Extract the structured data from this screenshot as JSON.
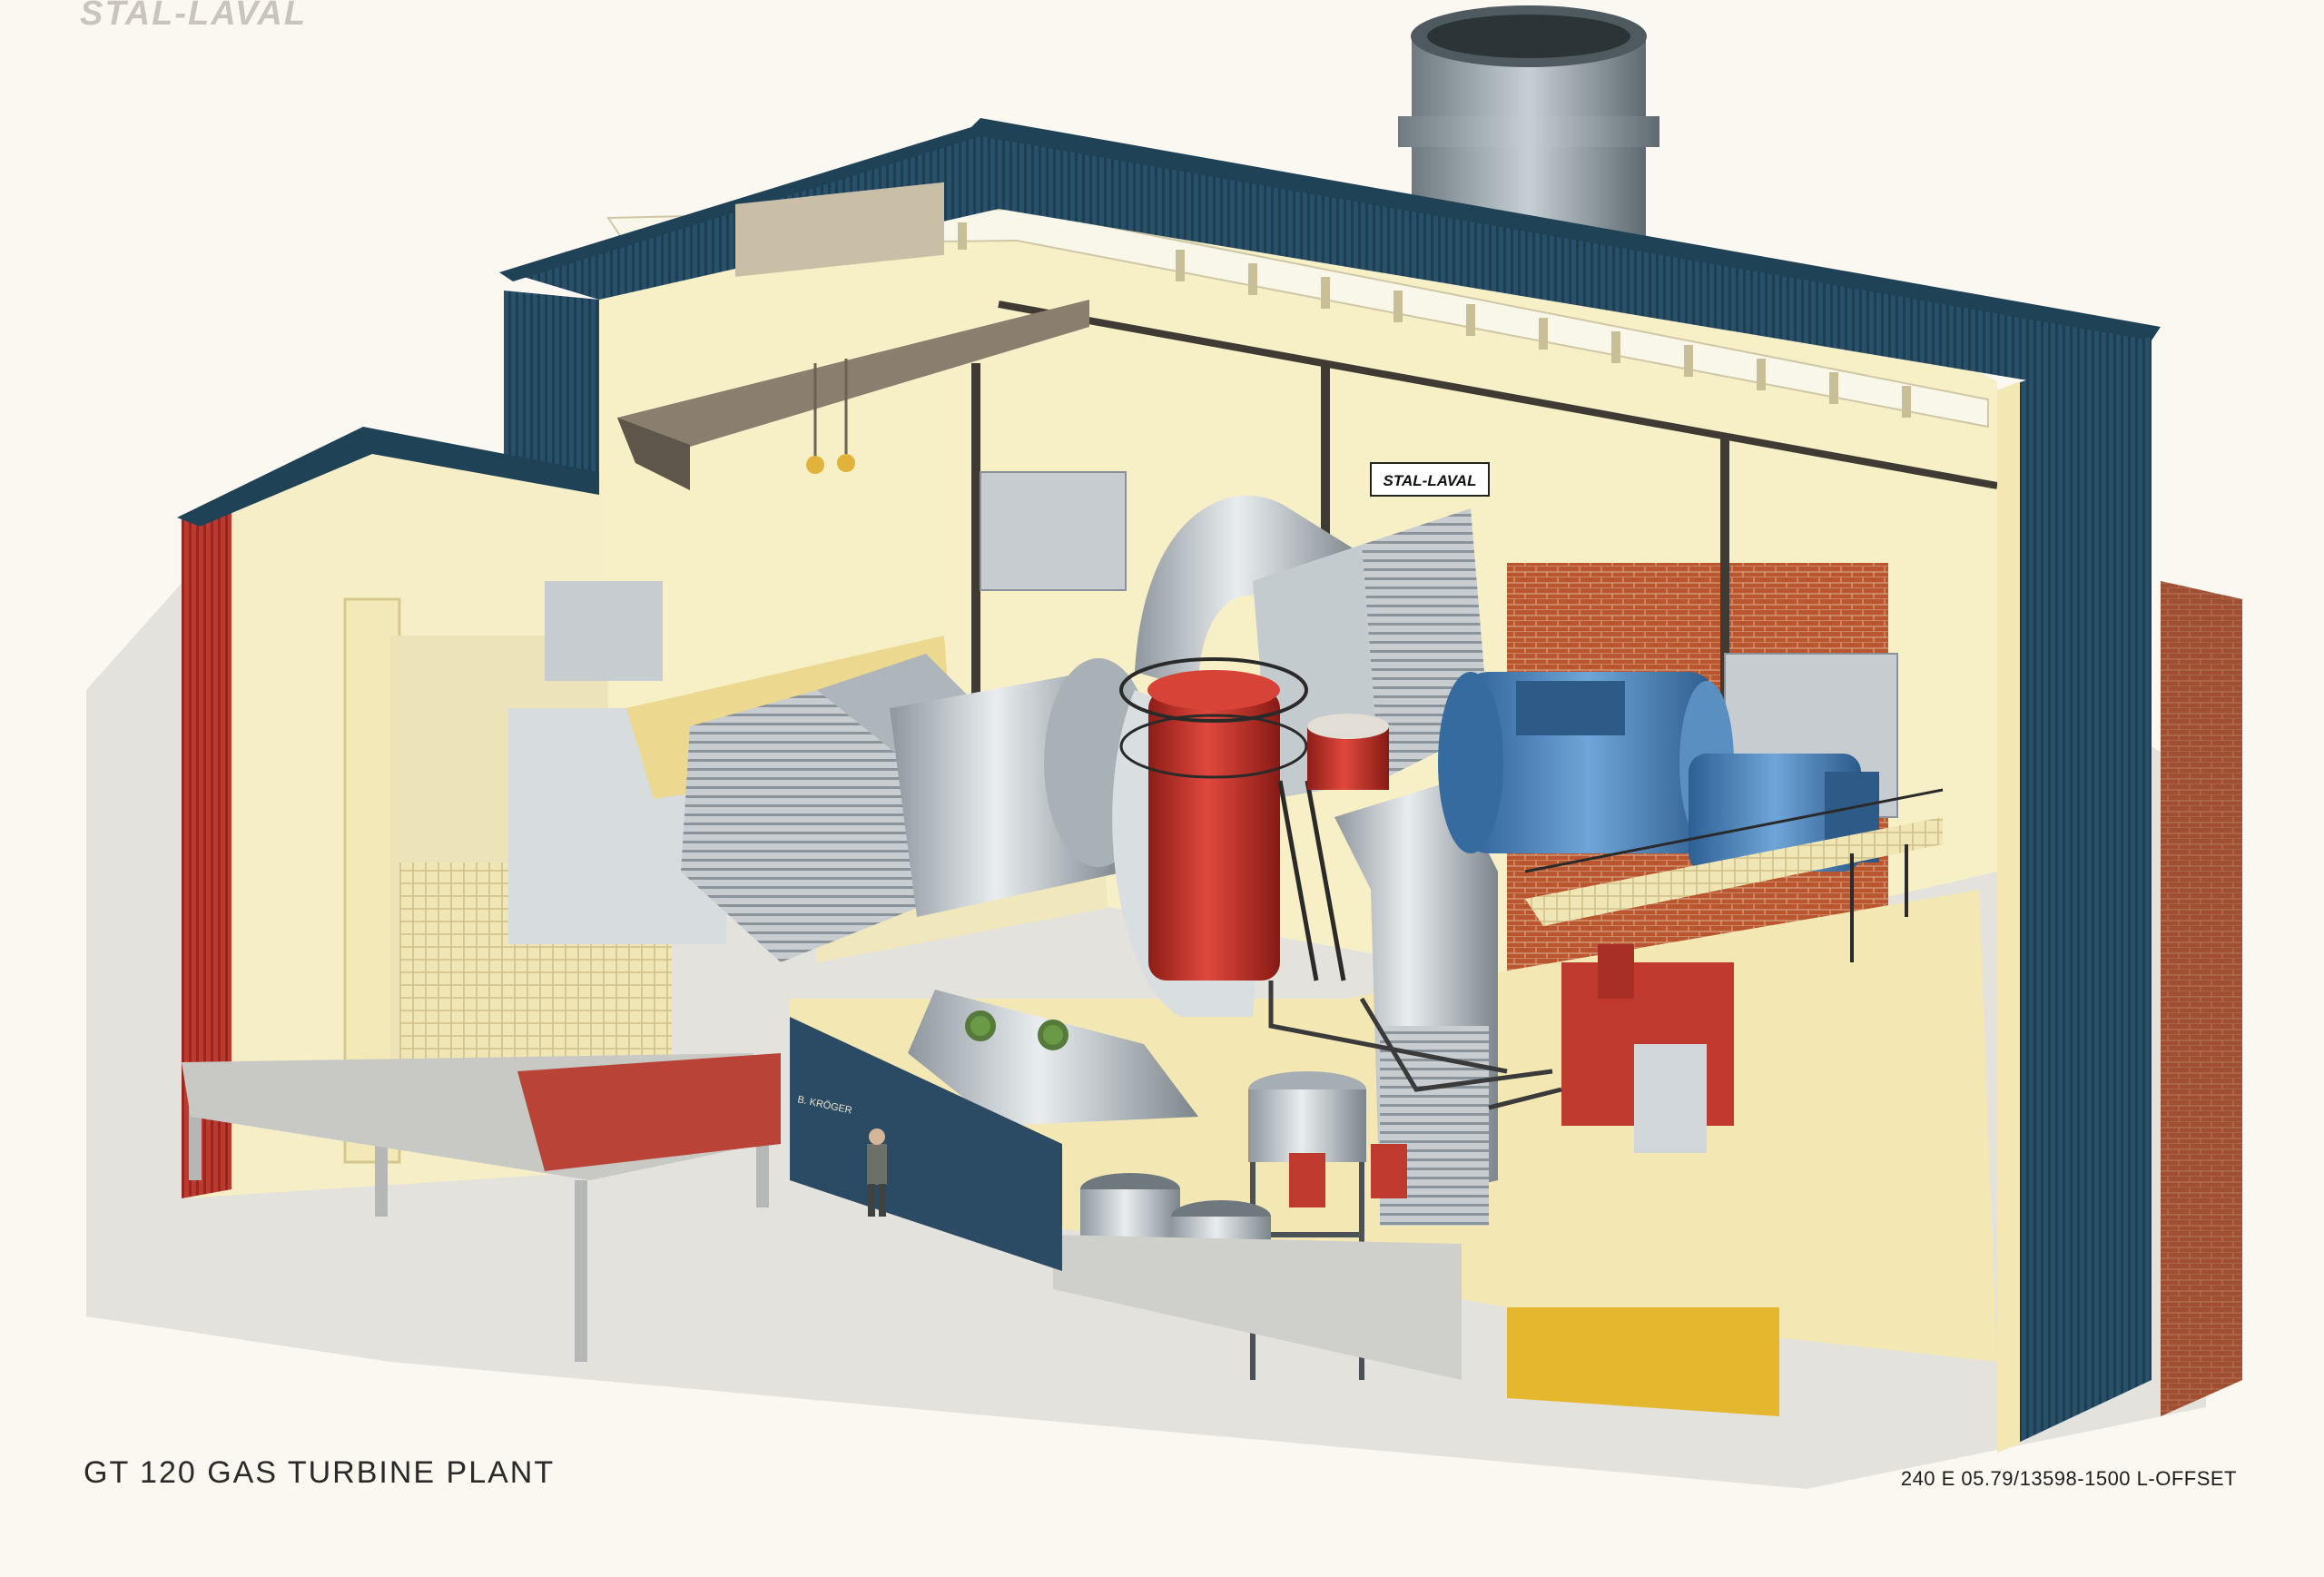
{
  "header": {
    "brand": "STAL-LAVAL"
  },
  "plate": {
    "brand": "STAL-LAVAL"
  },
  "artist_signature": "B. KRÖGER",
  "caption": {
    "title": "GT 120 GAS TURBINE PLANT"
  },
  "print_code": "240 E 05.79/13598-1500 L-OFFSET",
  "colors": {
    "roof_blue": "#27506a",
    "wall_red": "#c0392f",
    "interior_cream": "#f3e7b4",
    "floor_yellow": "#e7cf7d",
    "steel": "#b8c0c6",
    "motor_blue": "#3f7fc0",
    "paper": "#fbf8f1"
  }
}
